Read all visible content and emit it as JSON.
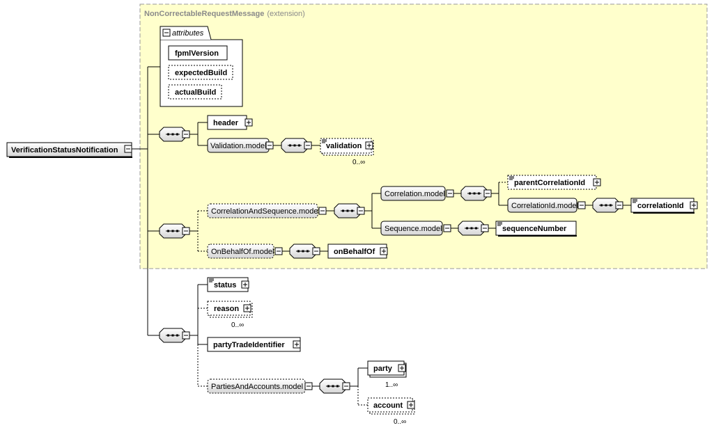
{
  "extension": {
    "title": "NonCorrectableRequestMessage",
    "subtitle": "(extension)",
    "color_fill": "#ffffcc",
    "color_border": "#999999"
  },
  "root": {
    "label": "VerificationStatusNotification"
  },
  "attributes": {
    "label": "attributes",
    "items": [
      {
        "label": "fpmlVersion",
        "optional": false
      },
      {
        "label": "expectedBuild",
        "optional": true
      },
      {
        "label": "actualBuild",
        "optional": true
      }
    ]
  },
  "groups": {
    "header": "header",
    "validation_model": "Validation.model",
    "validation": "validation",
    "validation_card": "0..∞",
    "correlation_and_sequence_model": "CorrelationAndSequence.model",
    "correlation_model": "Correlation.model",
    "parent_correlation_id": "parentCorrelationId",
    "correlation_id_model": "CorrelationId.model",
    "correlation_id": "correlationId",
    "sequence_model": "Sequence.model",
    "sequence_number": "sequenceNumber",
    "on_behalf_of_model": "OnBehalfOf.model",
    "on_behalf_of": "onBehalfOf",
    "status": "status",
    "reason": "reason",
    "reason_card": "0..∞",
    "party_trade_identifier": "partyTradeIdentifier",
    "parties_and_accounts_model": "PartiesAndAccounts.model",
    "party": "party",
    "party_card": "1..∞",
    "account": "account",
    "account_card": "0..∞"
  },
  "icons": {
    "expand": "plus-box-icon",
    "collapse": "minus-box-icon",
    "sequence": "sequence-compositor-icon",
    "documentation": "documentation-marker-icon"
  }
}
